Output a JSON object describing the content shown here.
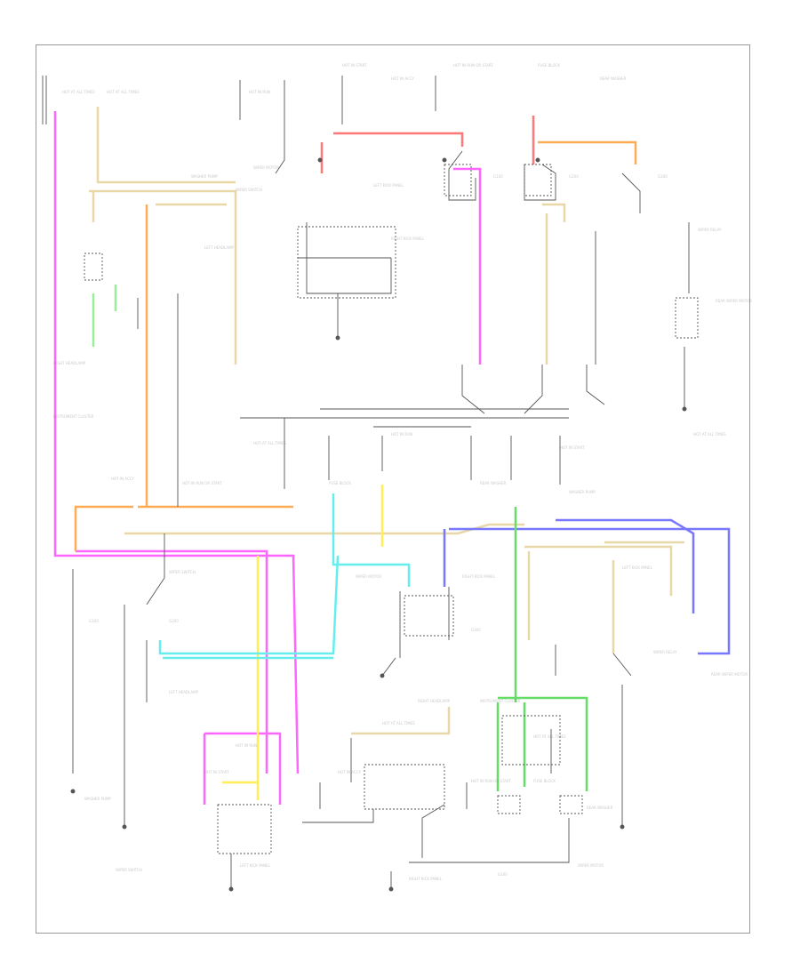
{
  "diagram": {
    "caption": "",
    "colors": {
      "wire_default": "#555555",
      "pink": "#ff66ff",
      "red_pink": "#ff7777",
      "orange": "#ffaa55",
      "tan": "#e8d8a8",
      "yellow": "#ffee55",
      "cyan": "#66eeee",
      "blue": "#7777ff",
      "green": "#66dd66",
      "light_green": "#99ee99"
    },
    "labels": [
      {
        "id": "lbl-hot-fuse-1",
        "text": "HOT AT ALL TIMES"
      },
      {
        "id": "lbl-hot-fuse-2",
        "text": "HOT AT ALL TIMES"
      },
      {
        "id": "lbl-hot-run",
        "text": "HOT IN RUN"
      },
      {
        "id": "lbl-hot-start",
        "text": "HOT IN START"
      },
      {
        "id": "lbl-hot-acc",
        "text": "HOT IN ACCY"
      },
      {
        "id": "lbl-hot-run-2",
        "text": "HOT IN RUN OR START"
      },
      {
        "id": "lbl-fuse-block",
        "text": "FUSE BLOCK"
      },
      {
        "id": "lbl-rear-washer",
        "text": "REAR WASHER"
      },
      {
        "id": "lbl-washer-pump",
        "text": "WASHER PUMP"
      },
      {
        "id": "lbl-wiper-switch",
        "text": "WIPER SWITCH"
      },
      {
        "id": "lbl-wiper-motor",
        "text": "WIPER MOTOR"
      },
      {
        "id": "lbl-left-kick",
        "text": "LEFT KICK PANEL"
      },
      {
        "id": "lbl-right-kick",
        "text": "RIGHT KICK PANEL"
      },
      {
        "id": "lbl-g100",
        "text": "G100"
      },
      {
        "id": "lbl-g200",
        "text": "G200"
      },
      {
        "id": "lbl-g300",
        "text": "G300"
      },
      {
        "id": "lbl-left-headlamp",
        "text": "LEFT HEADLAMP"
      },
      {
        "id": "lbl-right-headlamp",
        "text": "RIGHT HEADLAMP"
      },
      {
        "id": "lbl-instrument-cluster",
        "text": "INSTRUMENT CLUSTER"
      },
      {
        "id": "lbl-wiper-relay",
        "text": "WIPER RELAY"
      },
      {
        "id": "lbl-rear-wiper",
        "text": "REAR WIPER MOTOR"
      }
    ]
  }
}
